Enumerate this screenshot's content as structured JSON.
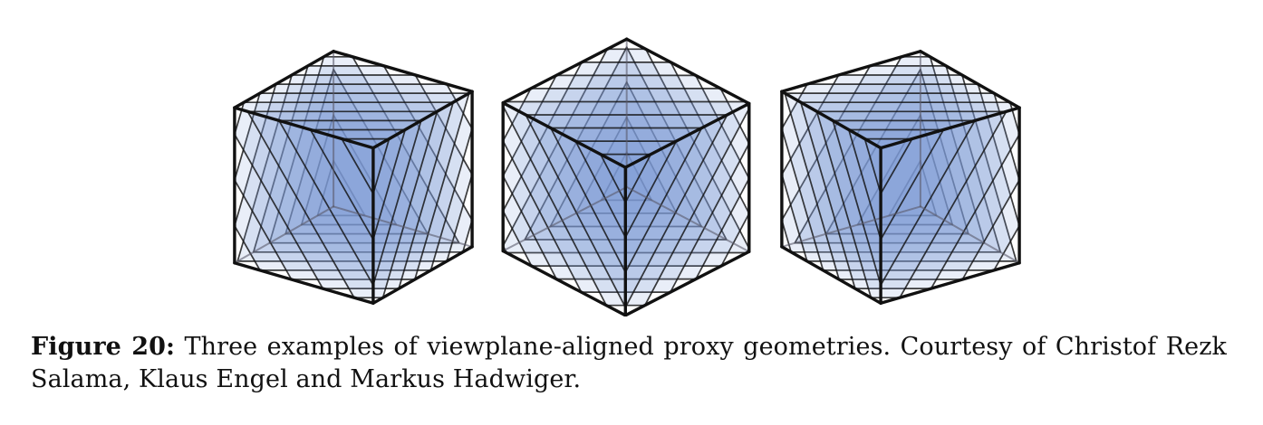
{
  "figure": {
    "label": "Figure 20:",
    "caption": "Three examples of viewplane-aligned proxy geometries.  Courtesy of Christof Rezk Salama, Klaus Engel and Markus Hadwiger.",
    "slice_fill_color": "#7f9bd6",
    "edge_color": "#111111",
    "hidden_edge_color": "#5a5a6a"
  },
  "panels": [
    {
      "name": "left-cube-proxy-geometry"
    },
    {
      "name": "center-cube-proxy-geometry"
    },
    {
      "name": "right-cube-proxy-geometry"
    }
  ]
}
